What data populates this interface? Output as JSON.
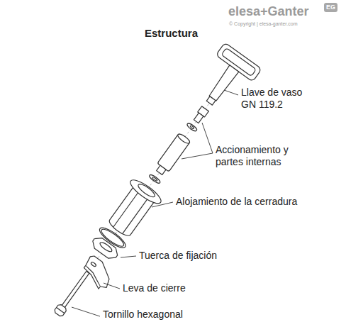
{
  "diagram": {
    "title": "Estructura",
    "labels": [
      "elesa+Ganter",
      "EG",
      "© Copyright | elesa-ganter.com",
      "Llave de vaso GN 119.2",
      "Accionamiento y partes internas",
      "Alojamiento de la cerradura",
      "Tuerca de fijación",
      "Leva de cierre",
      "Tornillo hexagonal"
    ]
  }
}
